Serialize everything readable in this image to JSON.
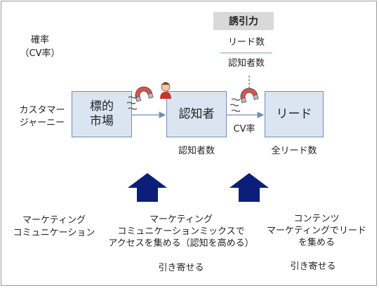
{
  "header": {
    "pull_title": "誘引力",
    "lead_count": "リード数",
    "aware_count": "認知者数"
  },
  "row_labels": {
    "rate_line1": "確率",
    "rate_line2": "（CV率）",
    "journey_line1": "カスタマー",
    "journey_line2": "ジャーニー"
  },
  "stages": [
    {
      "line1": "標的",
      "line2": "市場"
    },
    {
      "line1": "認知者",
      "line2": ""
    },
    {
      "line1": "リード",
      "line2": ""
    }
  ],
  "arrow_label": "CV率",
  "metrics": {
    "aware": "認知者数",
    "all_leads": "全リード数"
  },
  "bottom": {
    "left_line1": "マーケティング",
    "left_line2": "コミュニケーション",
    "mid_line1": "マーケティング",
    "mid_line2": "コミュニケーションミックスで",
    "mid_line3": "アクセスを集める（認知を高める）",
    "mid_pull": "引き寄せる",
    "right_line1": "コンテンツ",
    "right_line2": "マーケティングでリード",
    "right_line3": "を集める",
    "right_pull": "引き寄せる"
  },
  "colors": {
    "box_fill": "#dbe5f1",
    "box_border": "#6f8fb8",
    "arrow_fill": "#0b1f7a",
    "magnet_red": "#d9534f",
    "person_red": "#c0392b"
  },
  "icons": [
    "magnet-icon",
    "magnet-icon",
    "person-icon",
    "up-arrow-icon",
    "up-arrow-icon"
  ]
}
